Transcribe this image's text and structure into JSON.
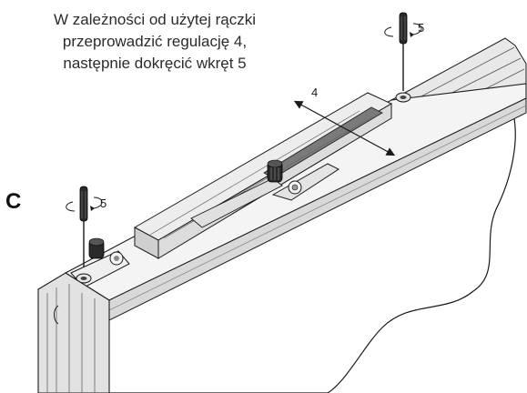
{
  "instruction": {
    "line1": "W zależności od użytej rączki",
    "line2": "przeprowadzić regulację 4,",
    "line3": "następnie dokręcić wkręt 5"
  },
  "step_letter": "C",
  "callouts": {
    "adjustment": "4",
    "screw_top": "5",
    "screw_left": "5"
  },
  "colors": {
    "line": "#1a1a1a",
    "metal_light": "#f2f2f2",
    "metal_mid": "#d6d6d6",
    "metal_dark": "#9a9a9a",
    "slot_dark": "#777777"
  }
}
